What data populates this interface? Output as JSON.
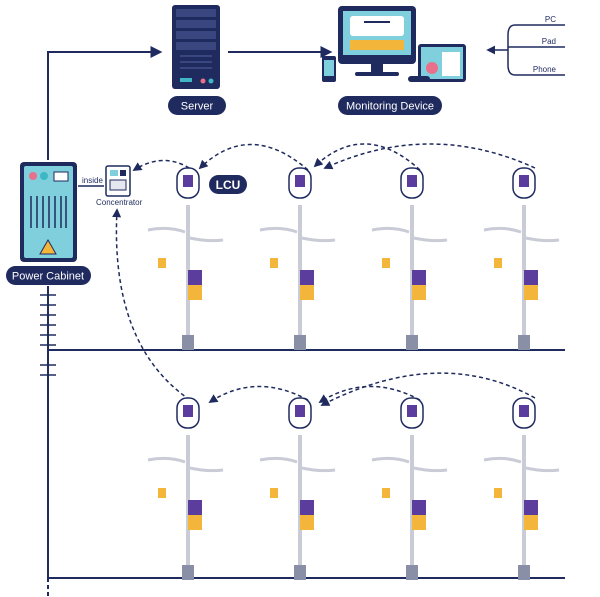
{
  "labels": {
    "server": "Server",
    "monitoring_device": "Monitoring Device",
    "power_cabinet": "Power Cabinet",
    "concentrator": "Concentrator",
    "inside": "inside",
    "lcu": "LCU"
  },
  "clients": [
    "PC",
    "Pad",
    "Phone"
  ],
  "colors": {
    "navy": "#1f2a5e",
    "pole": "#c9ccd6",
    "accent_teal": "#3fb6c4",
    "accent_pink": "#e8708a",
    "accent_yellow": "#f3b63a",
    "accent_purple": "#5b3d9e"
  }
}
